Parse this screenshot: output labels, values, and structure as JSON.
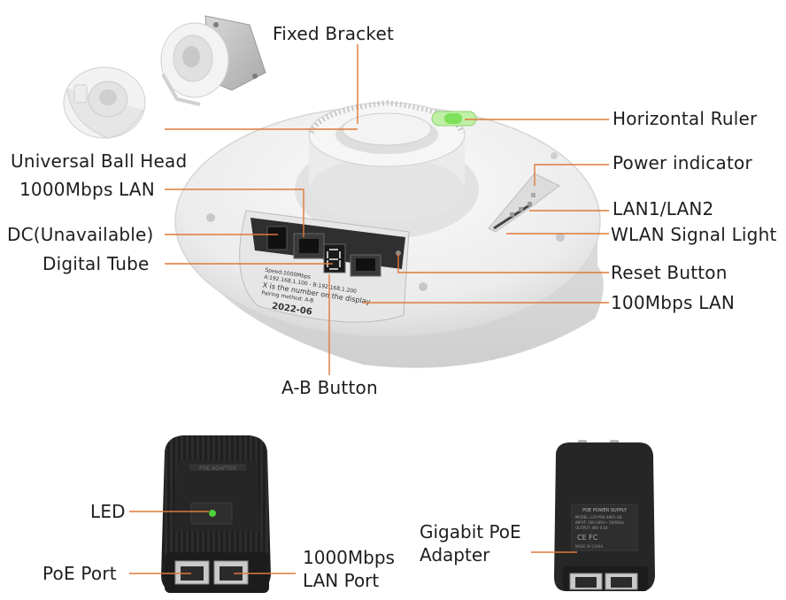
{
  "labels": {
    "fixed_bracket": "Fixed Bracket",
    "horizontal_ruler": "Horizontal Ruler",
    "universal_ball_head": "Universal Ball Head",
    "power_indicator": "Power indicator",
    "lan_1000": "1000Mbps LAN",
    "lan1_lan2": "LAN1/LAN2",
    "dc": "DC(Unavailable)",
    "wlan_signal_light": "WLAN Signal Light",
    "digital_tube": "Digital Tube",
    "reset_button": "Reset Button",
    "lan_100": "100Mbps LAN",
    "ab_button": "A-B Button",
    "led": "LED",
    "poe_port": "PoE Port",
    "lan_port_line1": "1000Mbps",
    "lan_port_line2": "LAN Port",
    "gigabit_line1": "Gigabit PoE",
    "gigabit_line2": "Adapter"
  },
  "device_print": {
    "date": "2022-06",
    "panel_line1": "Speed:1000Mbps",
    "panel_line2": "A:192.168.1.100 - B:192.168.1.200",
    "panel_line3": "X is the number on the display",
    "panel_line4": "Pairing method: A-B",
    "adapter_title": "POE POWER SUPPLY",
    "adapter_line1": "MODEL: LZY-POE-4805-GB",
    "adapter_line2": "INPUT: 100-240V~ 50/60Hz",
    "adapter_line3": "OUTPUT: 48V 0.5A",
    "adapter_marks": "CE FC",
    "adapter_made": "MADE IN CHINA",
    "injector_top": "POE ADAPTER"
  },
  "colors": {
    "leader_line": "#e0793a",
    "device_body": "#ececec",
    "adapter_body": "#262626",
    "led_green": "#4fd23a",
    "level_green": "#7fe05a"
  }
}
